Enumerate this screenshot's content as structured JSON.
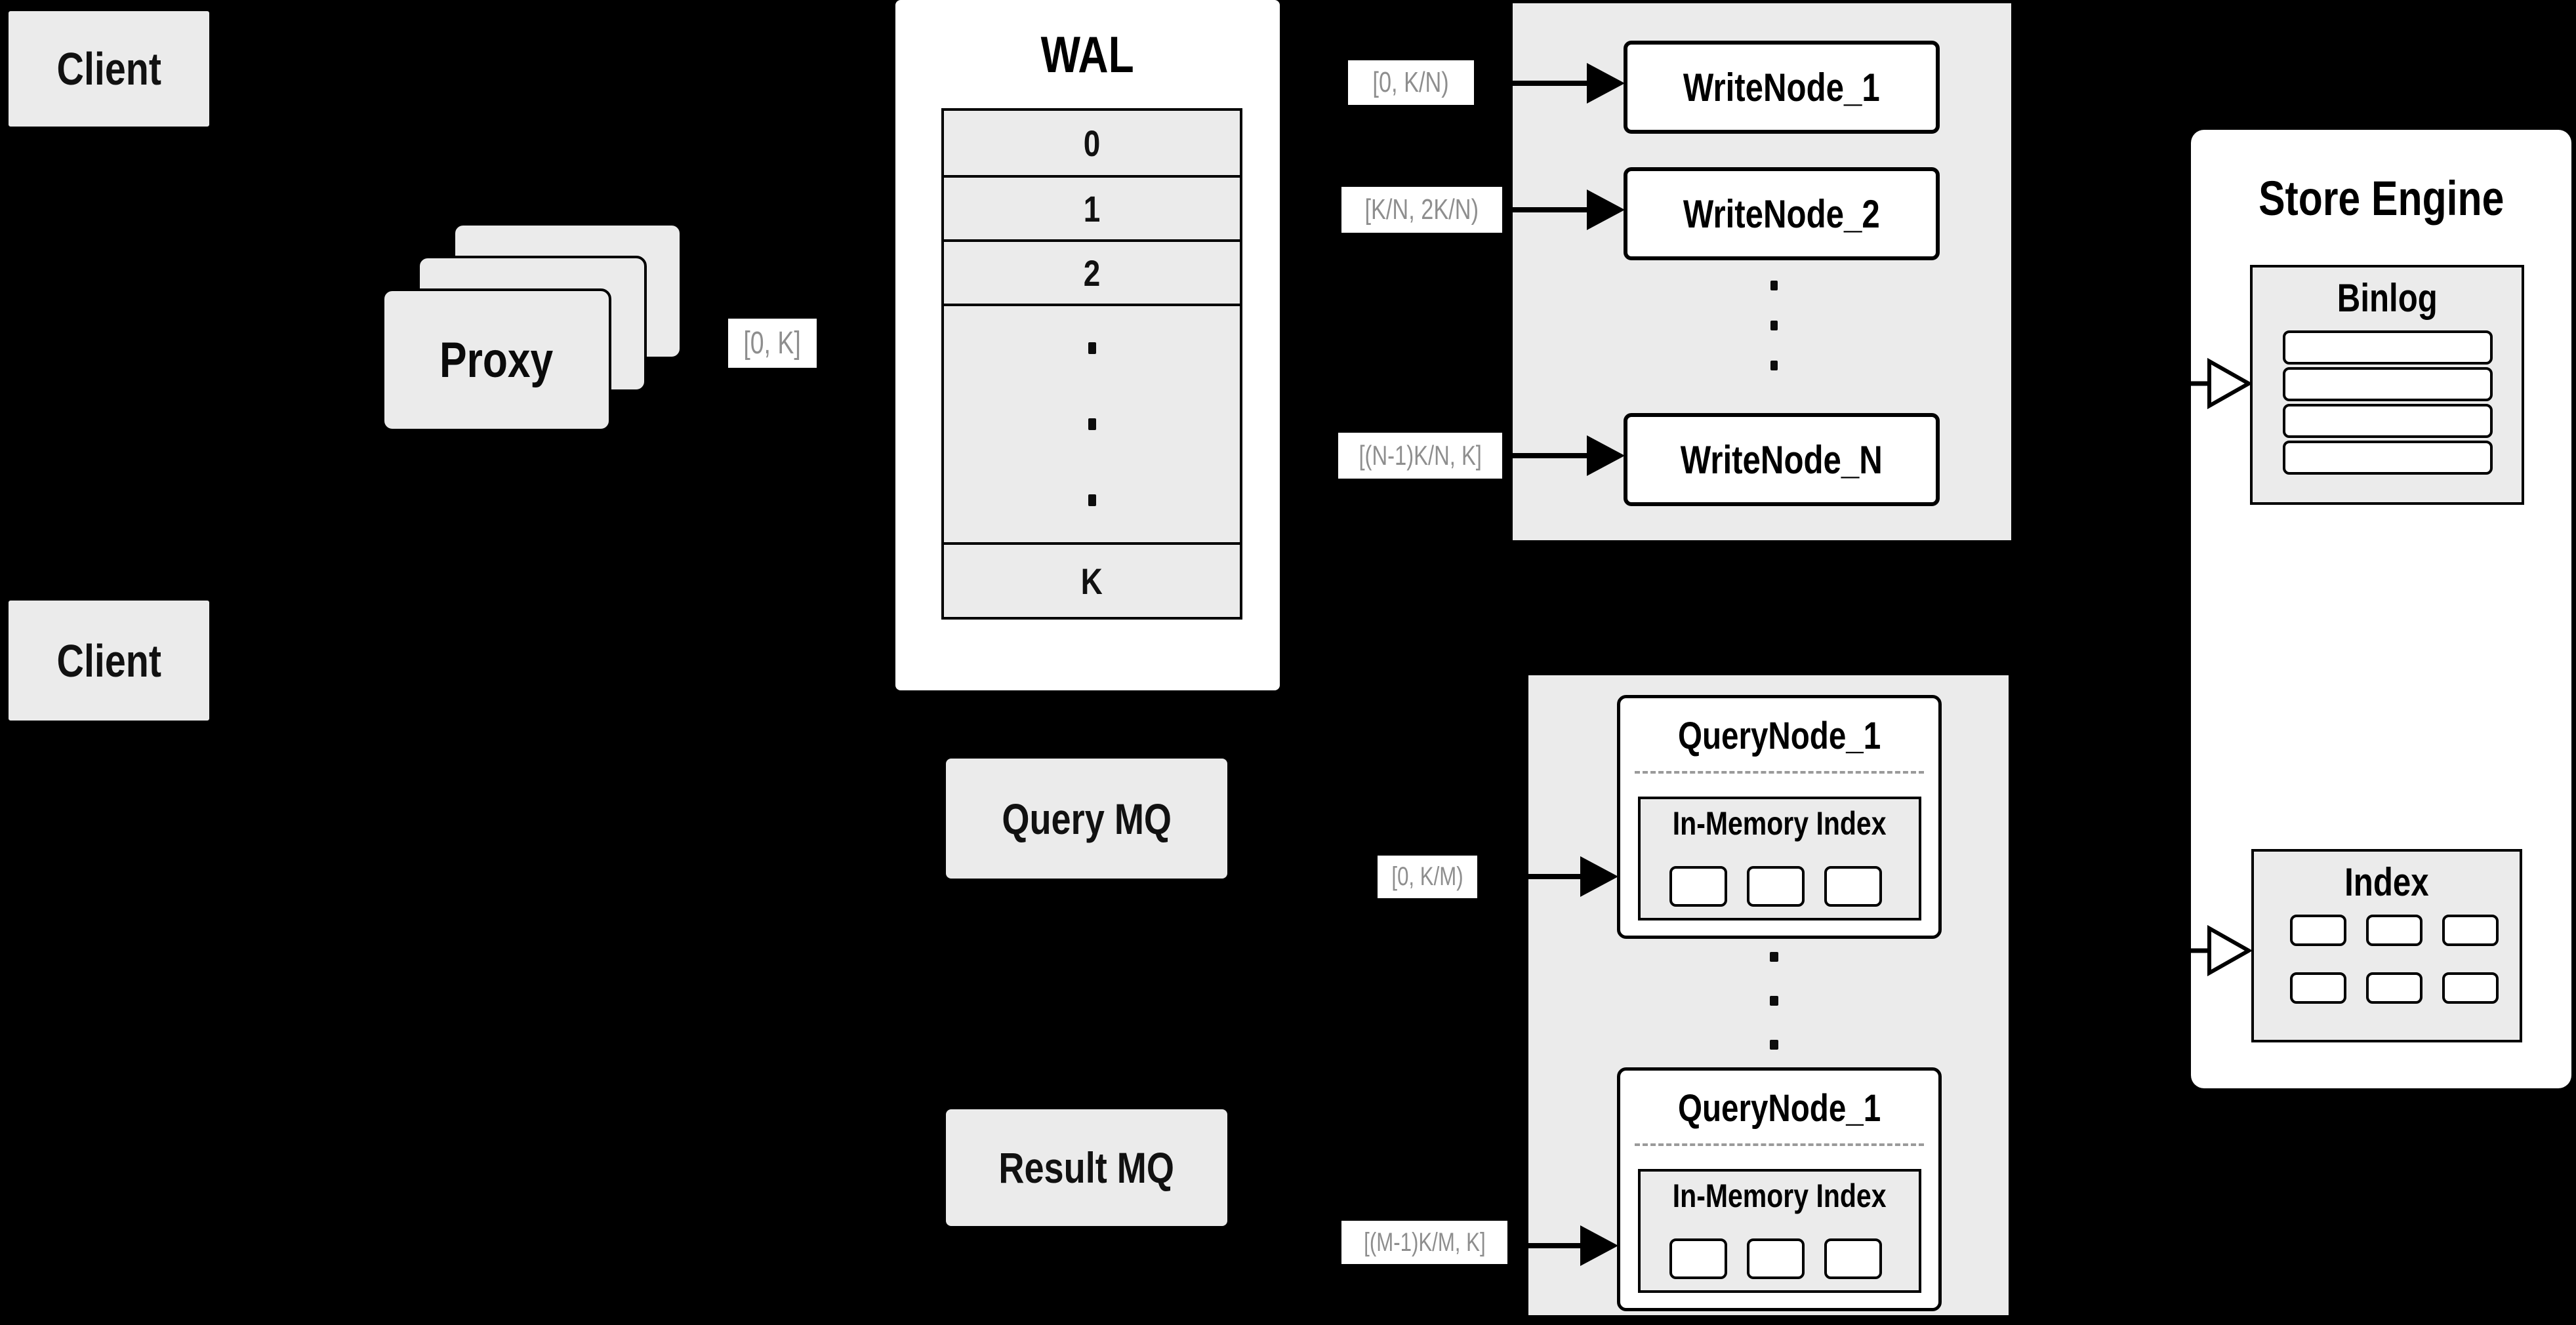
{
  "colors": {
    "background": "#000000",
    "box_gray": "#ebebeb",
    "box_white": "#ffffff",
    "border": "#000000",
    "label_text": "#8e8e8e",
    "dashed_divider": "#9a9a9a"
  },
  "clients": {
    "top": "Client",
    "bottom": "Client"
  },
  "proxy": {
    "label": "Proxy"
  },
  "labels": {
    "client_to_wal": "[0, K]",
    "wal_to_writenode_1": "[0, K/N)",
    "wal_to_writenode_2": "[K/N, 2K/N)",
    "wal_to_writenode_n": "[(N-1)K/N, K]",
    "query_to_querynode_top": "[0, K/M)",
    "query_to_querynode_bottom": "[(M-1)K/M, K]"
  },
  "wal": {
    "title": "WAL",
    "segments": [
      "0",
      "1",
      "2"
    ],
    "last_segment": "K"
  },
  "write_nodes": {
    "node_1": "WriteNode_1",
    "node_2": "WriteNode_2",
    "node_n": "WriteNode_N"
  },
  "mq": {
    "query": "Query MQ",
    "result": "Result MQ"
  },
  "query_nodes": {
    "node_top": {
      "title": "QueryNode_1",
      "index_title": "In-Memory Index"
    },
    "node_bottom": {
      "title": "QueryNode_1",
      "index_title": "In-Memory Index"
    }
  },
  "store_engine": {
    "title": "Store Engine",
    "binlog": {
      "title": "Binlog",
      "row_count": 4
    },
    "index": {
      "title": "Index",
      "cell_count": 6
    }
  }
}
